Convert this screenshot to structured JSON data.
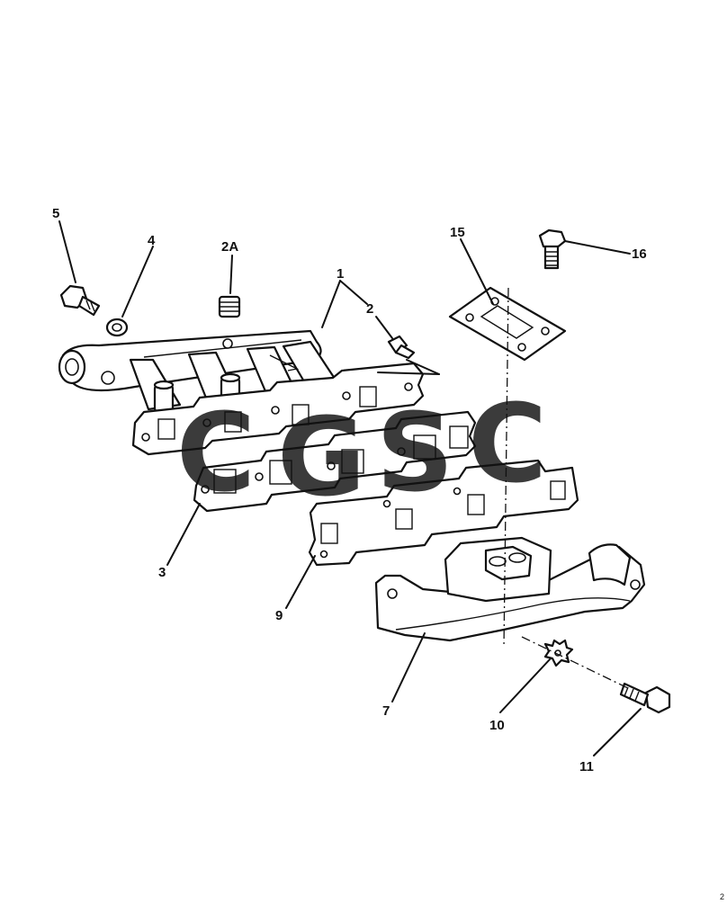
{
  "callouts": {
    "c1": "1",
    "c2": "2",
    "c2a": "2A",
    "c3": "3",
    "c4": "4",
    "c5": "5",
    "c7": "7",
    "c9": "9",
    "c10": "10",
    "c11": "11",
    "c15": "15",
    "c16": "16"
  },
  "watermark": {
    "letters": [
      "C",
      "G",
      "S",
      "C"
    ],
    "colors": [
      "#4a7fe0",
      "#e86a6a",
      "#f3cf45",
      "#3aa86f"
    ]
  },
  "corner_mark": "2"
}
